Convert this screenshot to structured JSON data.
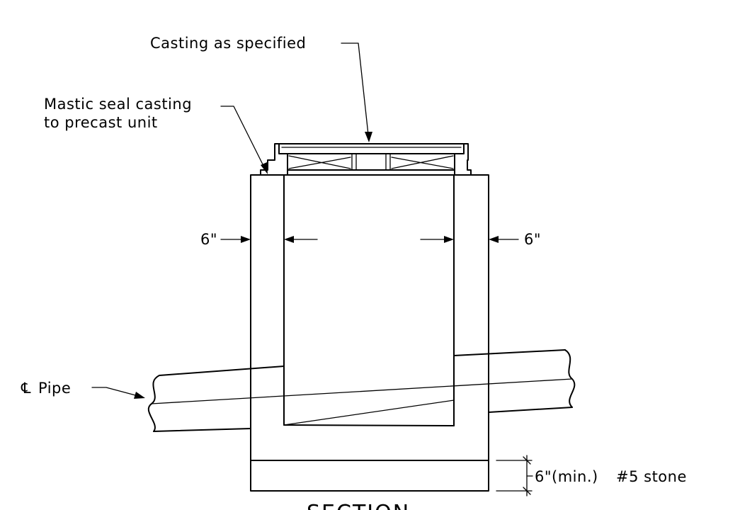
{
  "labels": {
    "casting": "Casting as specified",
    "mastic_line1": "Mastic seal casting",
    "mastic_line2": "to precast unit",
    "wall_left": "6\"",
    "wall_right": "6\"",
    "centerline_symbol": "℄",
    "pipe": "Pipe",
    "stone_dim": "6\"(min.)",
    "stone": "#5 stone",
    "section_title": "SECTION"
  }
}
